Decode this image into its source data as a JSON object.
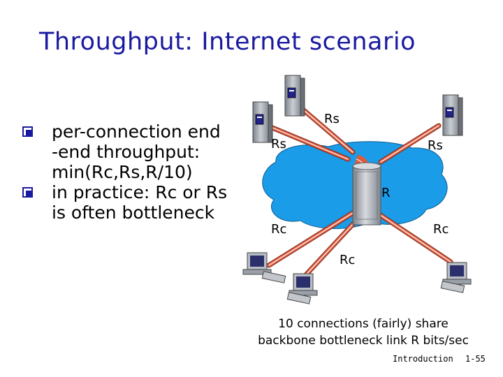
{
  "slide": {
    "title": "Throughput: Internet scenario",
    "bullets": [
      {
        "text": "per-connection end\n-end throughput:\nmin(Rc,Rs,R/10)"
      },
      {
        "text": "in practice: Rc or Rs\nis often bottleneck"
      }
    ]
  },
  "diagram": {
    "labels": {
      "rs_top": "Rs",
      "rs_left": "Rs",
      "rs_right": "Rs",
      "r_backbone": "R",
      "rc_left": "Rc",
      "rc_right": "Rc",
      "rc_bottom": "Rc"
    },
    "caption": "10 connections (fairly) share\nbackbone bottleneck link R bits/sec",
    "colors": {
      "network_cloud": "#1a9ce8",
      "link": "#e05a3c",
      "server": "#9aa0a8",
      "bullet": "#1a1aa0"
    }
  },
  "footer": {
    "topic": "Introduction",
    "page": "1-55"
  }
}
